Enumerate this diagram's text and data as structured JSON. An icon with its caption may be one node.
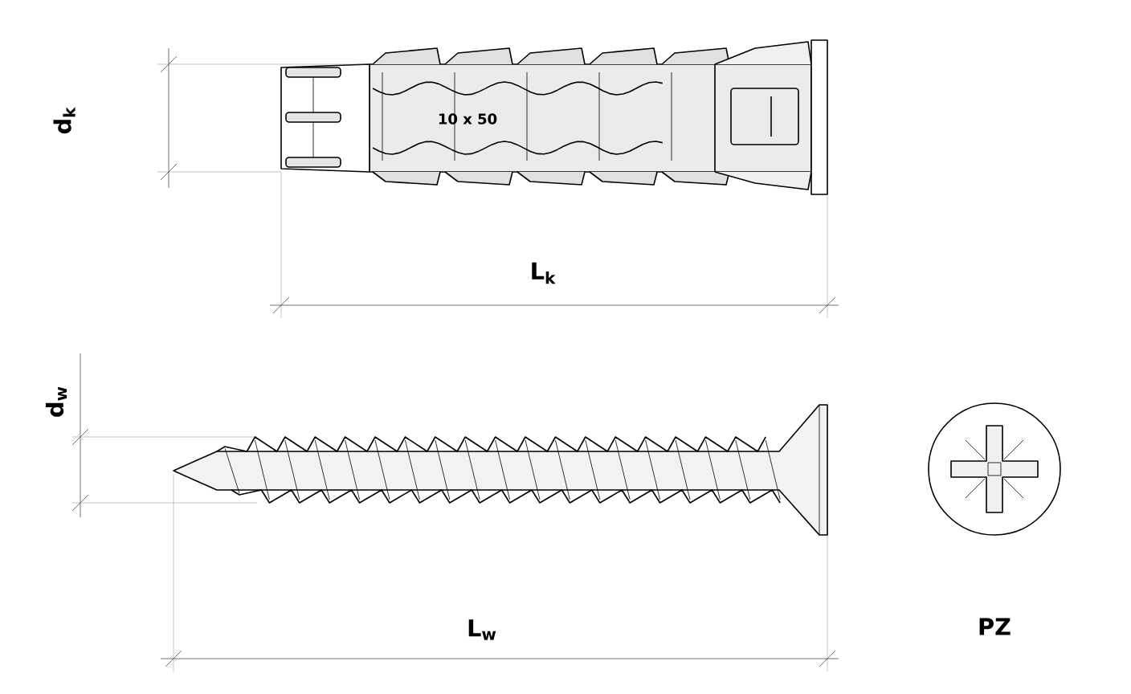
{
  "diagram": {
    "labels": [
      "d$_{k}$",
      "10 x 50",
      "L$_{k}$",
      "d$_{w}$",
      "L$_{w}$",
      "PZ"
    ]
  }
}
